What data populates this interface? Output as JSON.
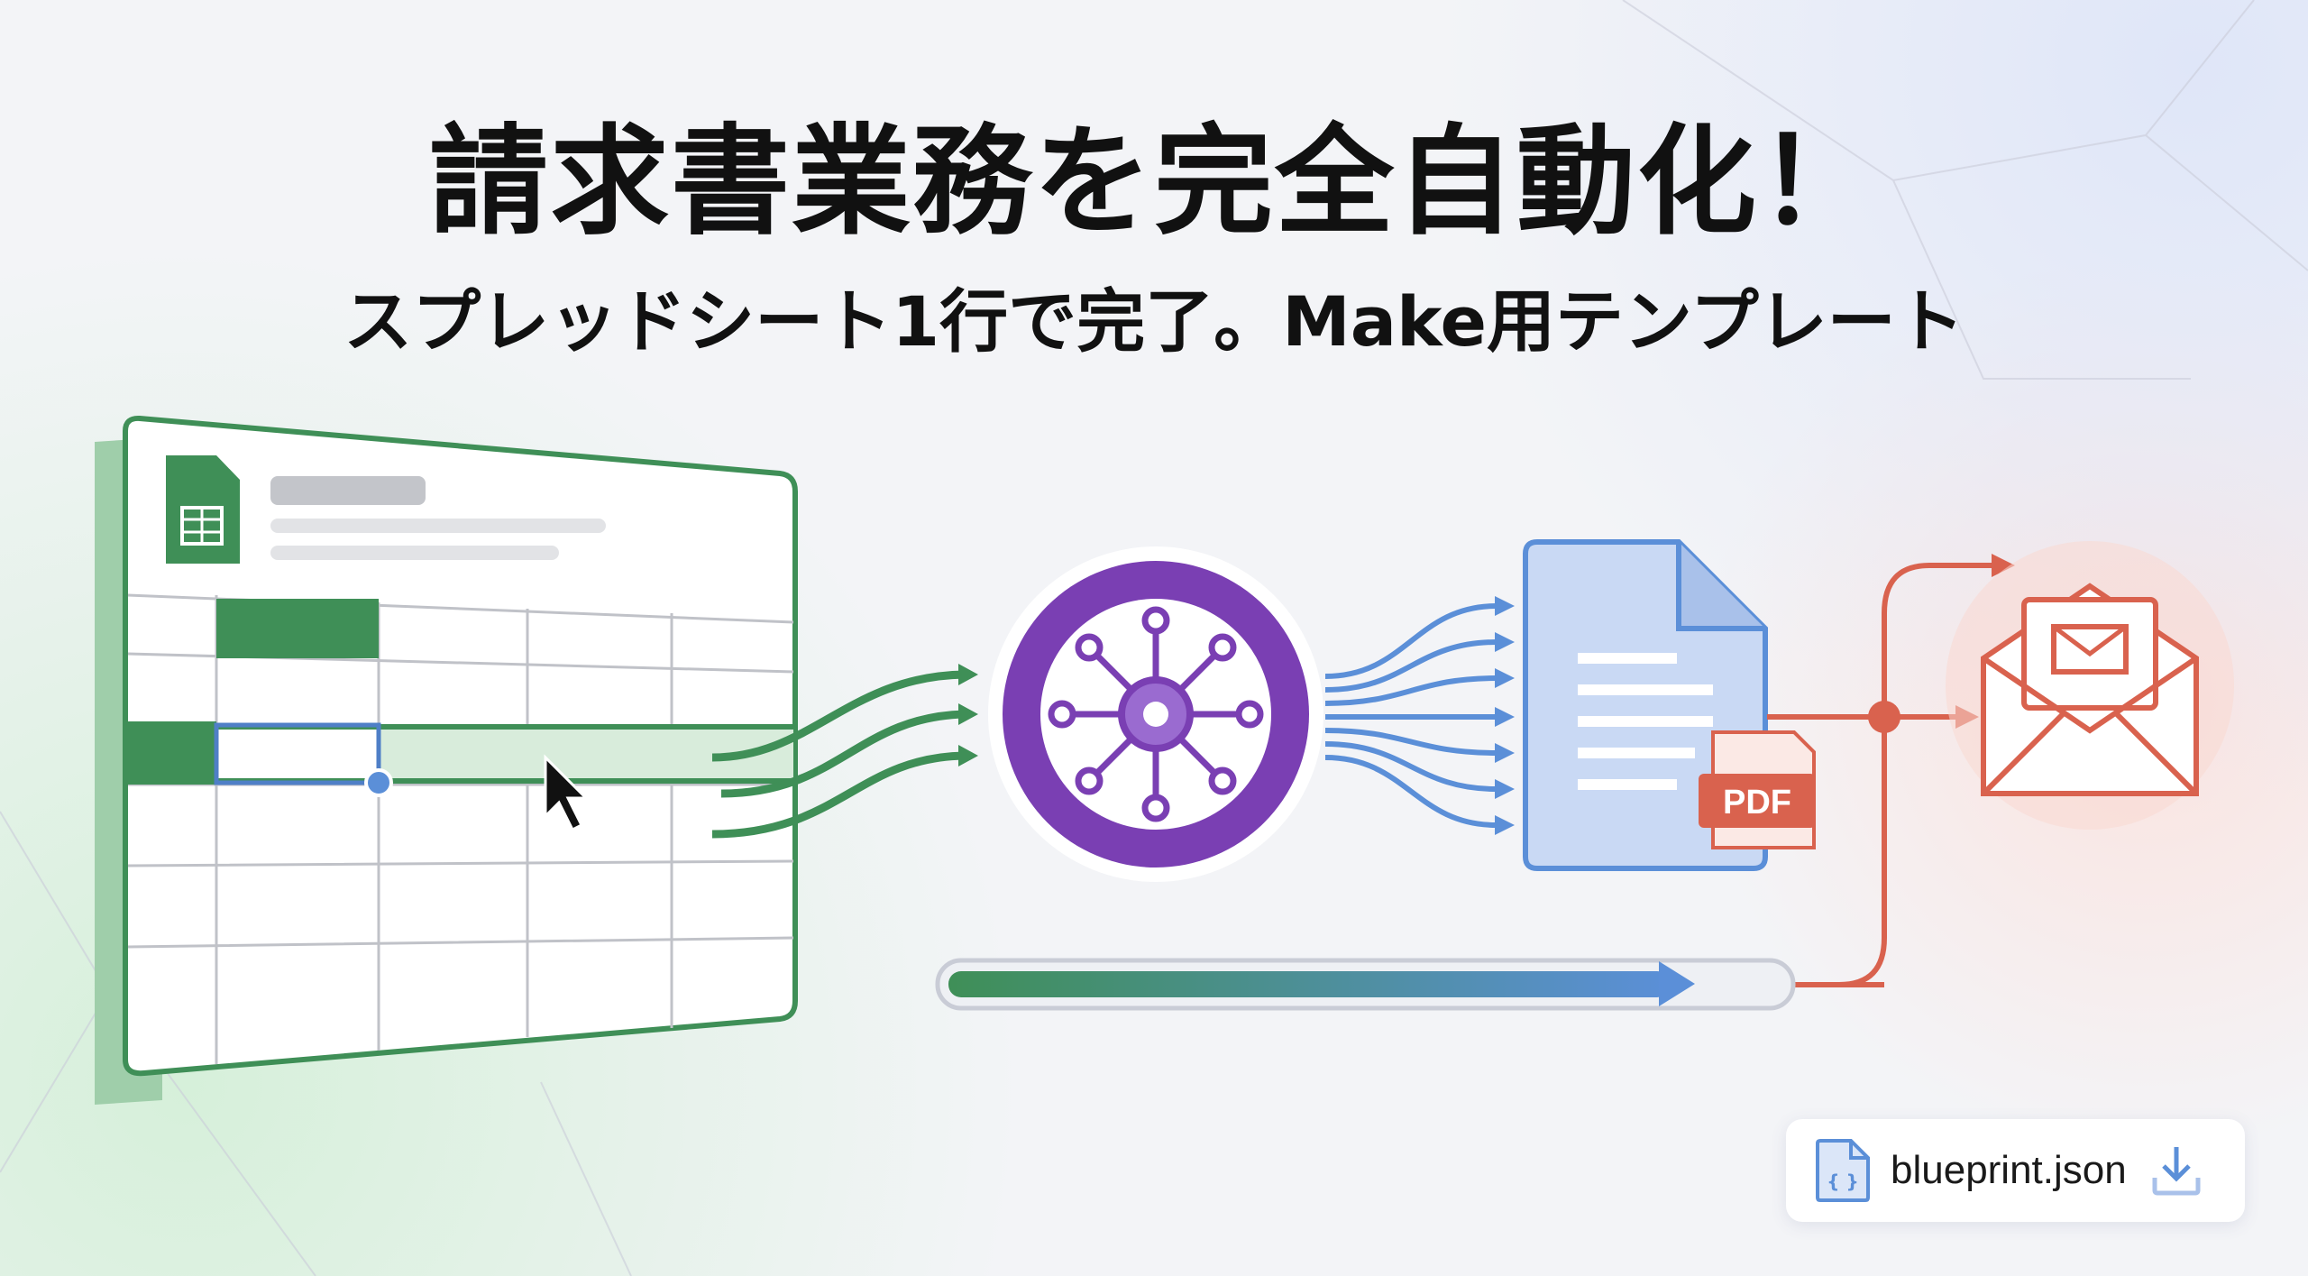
{
  "headline": "請求書業務を完全自動化！",
  "subheadline": "スプレッドシート1行で完了。Make用テンプレート",
  "pdf_label": "PDF",
  "download": {
    "filename": "blueprint.json",
    "file_icon": "json-file-icon",
    "action_icon": "download-icon"
  },
  "colors": {
    "green": "#3f8f57",
    "purple": "#7a3fb3",
    "blue": "#5b8fd8",
    "red": "#d9624e"
  }
}
